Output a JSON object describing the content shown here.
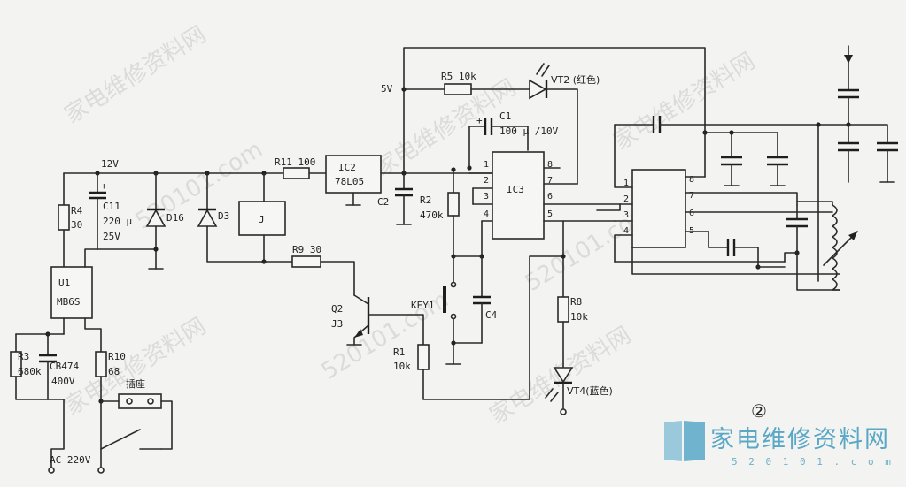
{
  "supply": {
    "v12": "12V",
    "v5": "5V",
    "ac": "AC 220V"
  },
  "components": {
    "r4": "R4",
    "r4_val": "30",
    "c11": "C11",
    "c11_val": "220 µ",
    "c11_volt": "25V",
    "d16": "D16",
    "d3": "D3",
    "relay": "J",
    "r11": "R11  100",
    "ic2": "IC2",
    "ic2_part": "78L05",
    "c2": "C2",
    "r2": "R2",
    "r2_val": "470k",
    "r5": "R5  10k",
    "vt2": "VT2 (红色)",
    "c1": "C1",
    "c1_val": "100 µ /10V",
    "ic3": "IC3",
    "r9": "R9  30",
    "q2": "Q2",
    "q2_part": "J3",
    "key1": "KEY1",
    "c4": "C4",
    "r1": "R1",
    "r1_val": "10k",
    "r8": "R8",
    "r8_val": "10k",
    "vt4": "VT4(蓝色)",
    "u1": "U1",
    "u1_part": "MB6S",
    "r3": "R3",
    "r3_val": "680k",
    "c_x": "CB474",
    "c_x_volt": "400V",
    "r10": "R10",
    "r10_val": "68",
    "socket": "插座"
  },
  "ic3_pins": {
    "p1": "1",
    "p2": "2",
    "p3": "3",
    "p4": "4",
    "p5": "5",
    "p6": "6",
    "p7": "7",
    "p8": "8"
  },
  "ic4_pins": {
    "p1": "1",
    "p2": "2",
    "p3": "3",
    "p4": "4",
    "p5": "5",
    "p6": "6",
    "p7": "7",
    "p8": "8"
  },
  "figure_number": "②",
  "watermarks": {
    "w1": "家电维修资料网",
    "w2": "520101.com"
  },
  "brand": {
    "name": "家电维修资料网",
    "url": "5 2 0 1 0 1 . c o m"
  }
}
